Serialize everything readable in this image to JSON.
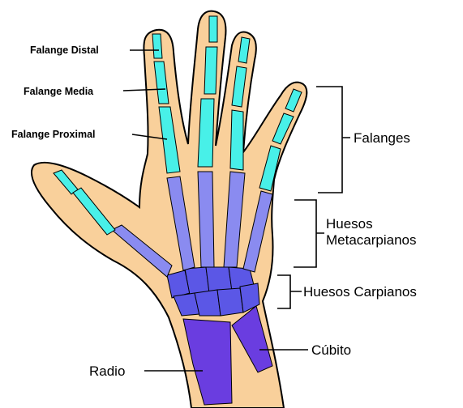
{
  "labels": {
    "distal": "Falange Distal",
    "media": "Falange Media",
    "proximal": "Falange Proximal",
    "falanges": "Falanges",
    "metacarpianos_1": "Huesos",
    "metacarpianos_2": "Metacarpianos",
    "carpianos": "Huesos Carpianos",
    "cubito": "Cúbito",
    "radio": "Radio"
  },
  "colors": {
    "skin": "#f9d09b",
    "phalanx": "#48f0e8",
    "metacarpal": "#8a8bf0",
    "carpal": "#5b57e6",
    "forearm_bone": "#6a3de0",
    "outline": "#000000"
  }
}
